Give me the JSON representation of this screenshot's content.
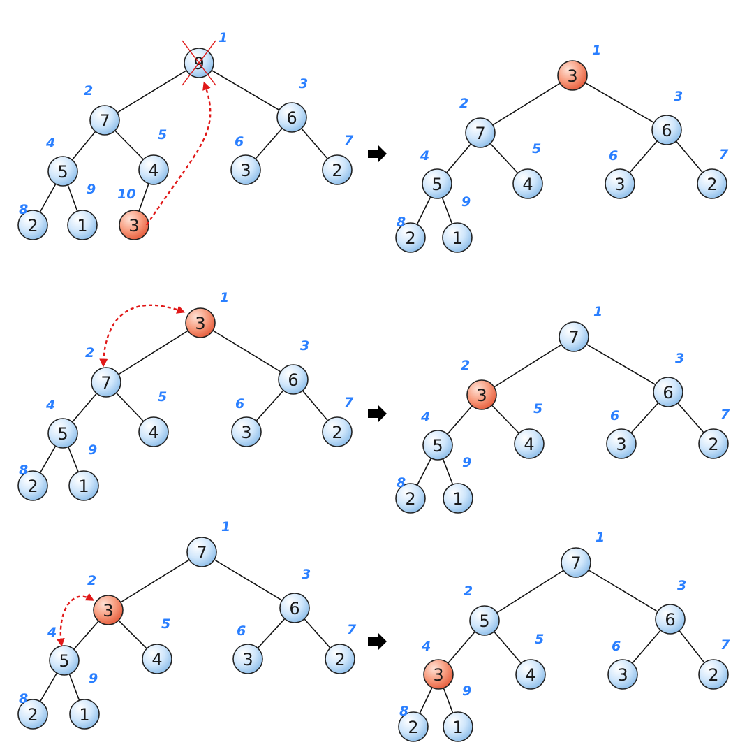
{
  "colors": {
    "normal_fill": "url(#gBlue)",
    "highlight_fill": "url(#gRed)",
    "index_color": "#2a7fff",
    "arrow_color": "#e01818",
    "step_arrow_color": "#000000"
  },
  "panels": [
    {
      "name": "step1-before",
      "nodes": [
        {
          "idx": "1",
          "val": "9",
          "crossed": true
        },
        {
          "idx": "2",
          "val": "7"
        },
        {
          "idx": "3",
          "val": "6"
        },
        {
          "idx": "4",
          "val": "5"
        },
        {
          "idx": "5",
          "val": "4"
        },
        {
          "idx": "6",
          "val": "3"
        },
        {
          "idx": "7",
          "val": "2"
        },
        {
          "idx": "8",
          "val": "2"
        },
        {
          "idx": "9",
          "val": "1"
        },
        {
          "idx": "10",
          "val": "3",
          "highlight": true
        }
      ],
      "swap": [
        "10",
        "1"
      ]
    },
    {
      "name": "step1-after",
      "nodes": [
        {
          "idx": "1",
          "val": "3",
          "highlight": true
        },
        {
          "idx": "2",
          "val": "7"
        },
        {
          "idx": "3",
          "val": "6"
        },
        {
          "idx": "4",
          "val": "5"
        },
        {
          "idx": "5",
          "val": "4"
        },
        {
          "idx": "6",
          "val": "3"
        },
        {
          "idx": "7",
          "val": "2"
        },
        {
          "idx": "8",
          "val": "2"
        },
        {
          "idx": "9",
          "val": "1"
        }
      ]
    },
    {
      "name": "step2-before",
      "nodes": [
        {
          "idx": "1",
          "val": "3",
          "highlight": true
        },
        {
          "idx": "2",
          "val": "7"
        },
        {
          "idx": "3",
          "val": "6"
        },
        {
          "idx": "4",
          "val": "5"
        },
        {
          "idx": "5",
          "val": "4"
        },
        {
          "idx": "6",
          "val": "3"
        },
        {
          "idx": "7",
          "val": "2"
        },
        {
          "idx": "8",
          "val": "2"
        },
        {
          "idx": "9",
          "val": "1"
        }
      ],
      "swap": [
        "1",
        "2"
      ]
    },
    {
      "name": "step2-after",
      "nodes": [
        {
          "idx": "1",
          "val": "7"
        },
        {
          "idx": "2",
          "val": "3",
          "highlight": true
        },
        {
          "idx": "3",
          "val": "6"
        },
        {
          "idx": "4",
          "val": "5"
        },
        {
          "idx": "5",
          "val": "4"
        },
        {
          "idx": "6",
          "val": "3"
        },
        {
          "idx": "7",
          "val": "2"
        },
        {
          "idx": "8",
          "val": "2"
        },
        {
          "idx": "9",
          "val": "1"
        }
      ]
    },
    {
      "name": "step3-before",
      "nodes": [
        {
          "idx": "1",
          "val": "7"
        },
        {
          "idx": "2",
          "val": "3",
          "highlight": true
        },
        {
          "idx": "3",
          "val": "6"
        },
        {
          "idx": "4",
          "val": "5"
        },
        {
          "idx": "5",
          "val": "4"
        },
        {
          "idx": "6",
          "val": "3"
        },
        {
          "idx": "7",
          "val": "2"
        },
        {
          "idx": "8",
          "val": "2"
        },
        {
          "idx": "9",
          "val": "1"
        }
      ],
      "swap": [
        "2",
        "4"
      ]
    },
    {
      "name": "step3-after",
      "nodes": [
        {
          "idx": "1",
          "val": "7"
        },
        {
          "idx": "2",
          "val": "5"
        },
        {
          "idx": "3",
          "val": "6"
        },
        {
          "idx": "4",
          "val": "3",
          "highlight": true
        },
        {
          "idx": "5",
          "val": "4"
        },
        {
          "idx": "6",
          "val": "3"
        },
        {
          "idx": "7",
          "val": "2"
        },
        {
          "idx": "8",
          "val": "2"
        },
        {
          "idx": "9",
          "val": "1"
        }
      ]
    }
  ],
  "step_arrows": [
    {
      "from": "step1-before",
      "to": "step1-after"
    },
    {
      "from": "step2-before",
      "to": "step2-after"
    },
    {
      "from": "step3-before",
      "to": "step3-after"
    }
  ]
}
